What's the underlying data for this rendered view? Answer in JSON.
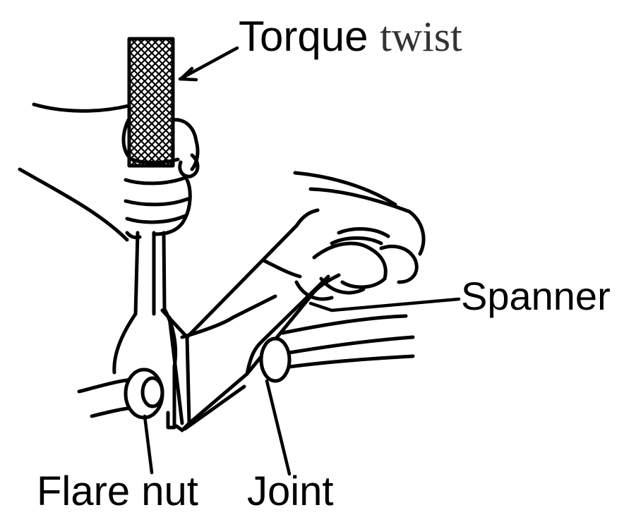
{
  "labels": {
    "torque_prefix": "Torque",
    "torque_suffix": "twist",
    "spanner": "Spanner",
    "flare_nut": "Flare nut",
    "joint": "Joint"
  },
  "colors": {
    "ink": "#000000",
    "background": "#ffffff"
  }
}
